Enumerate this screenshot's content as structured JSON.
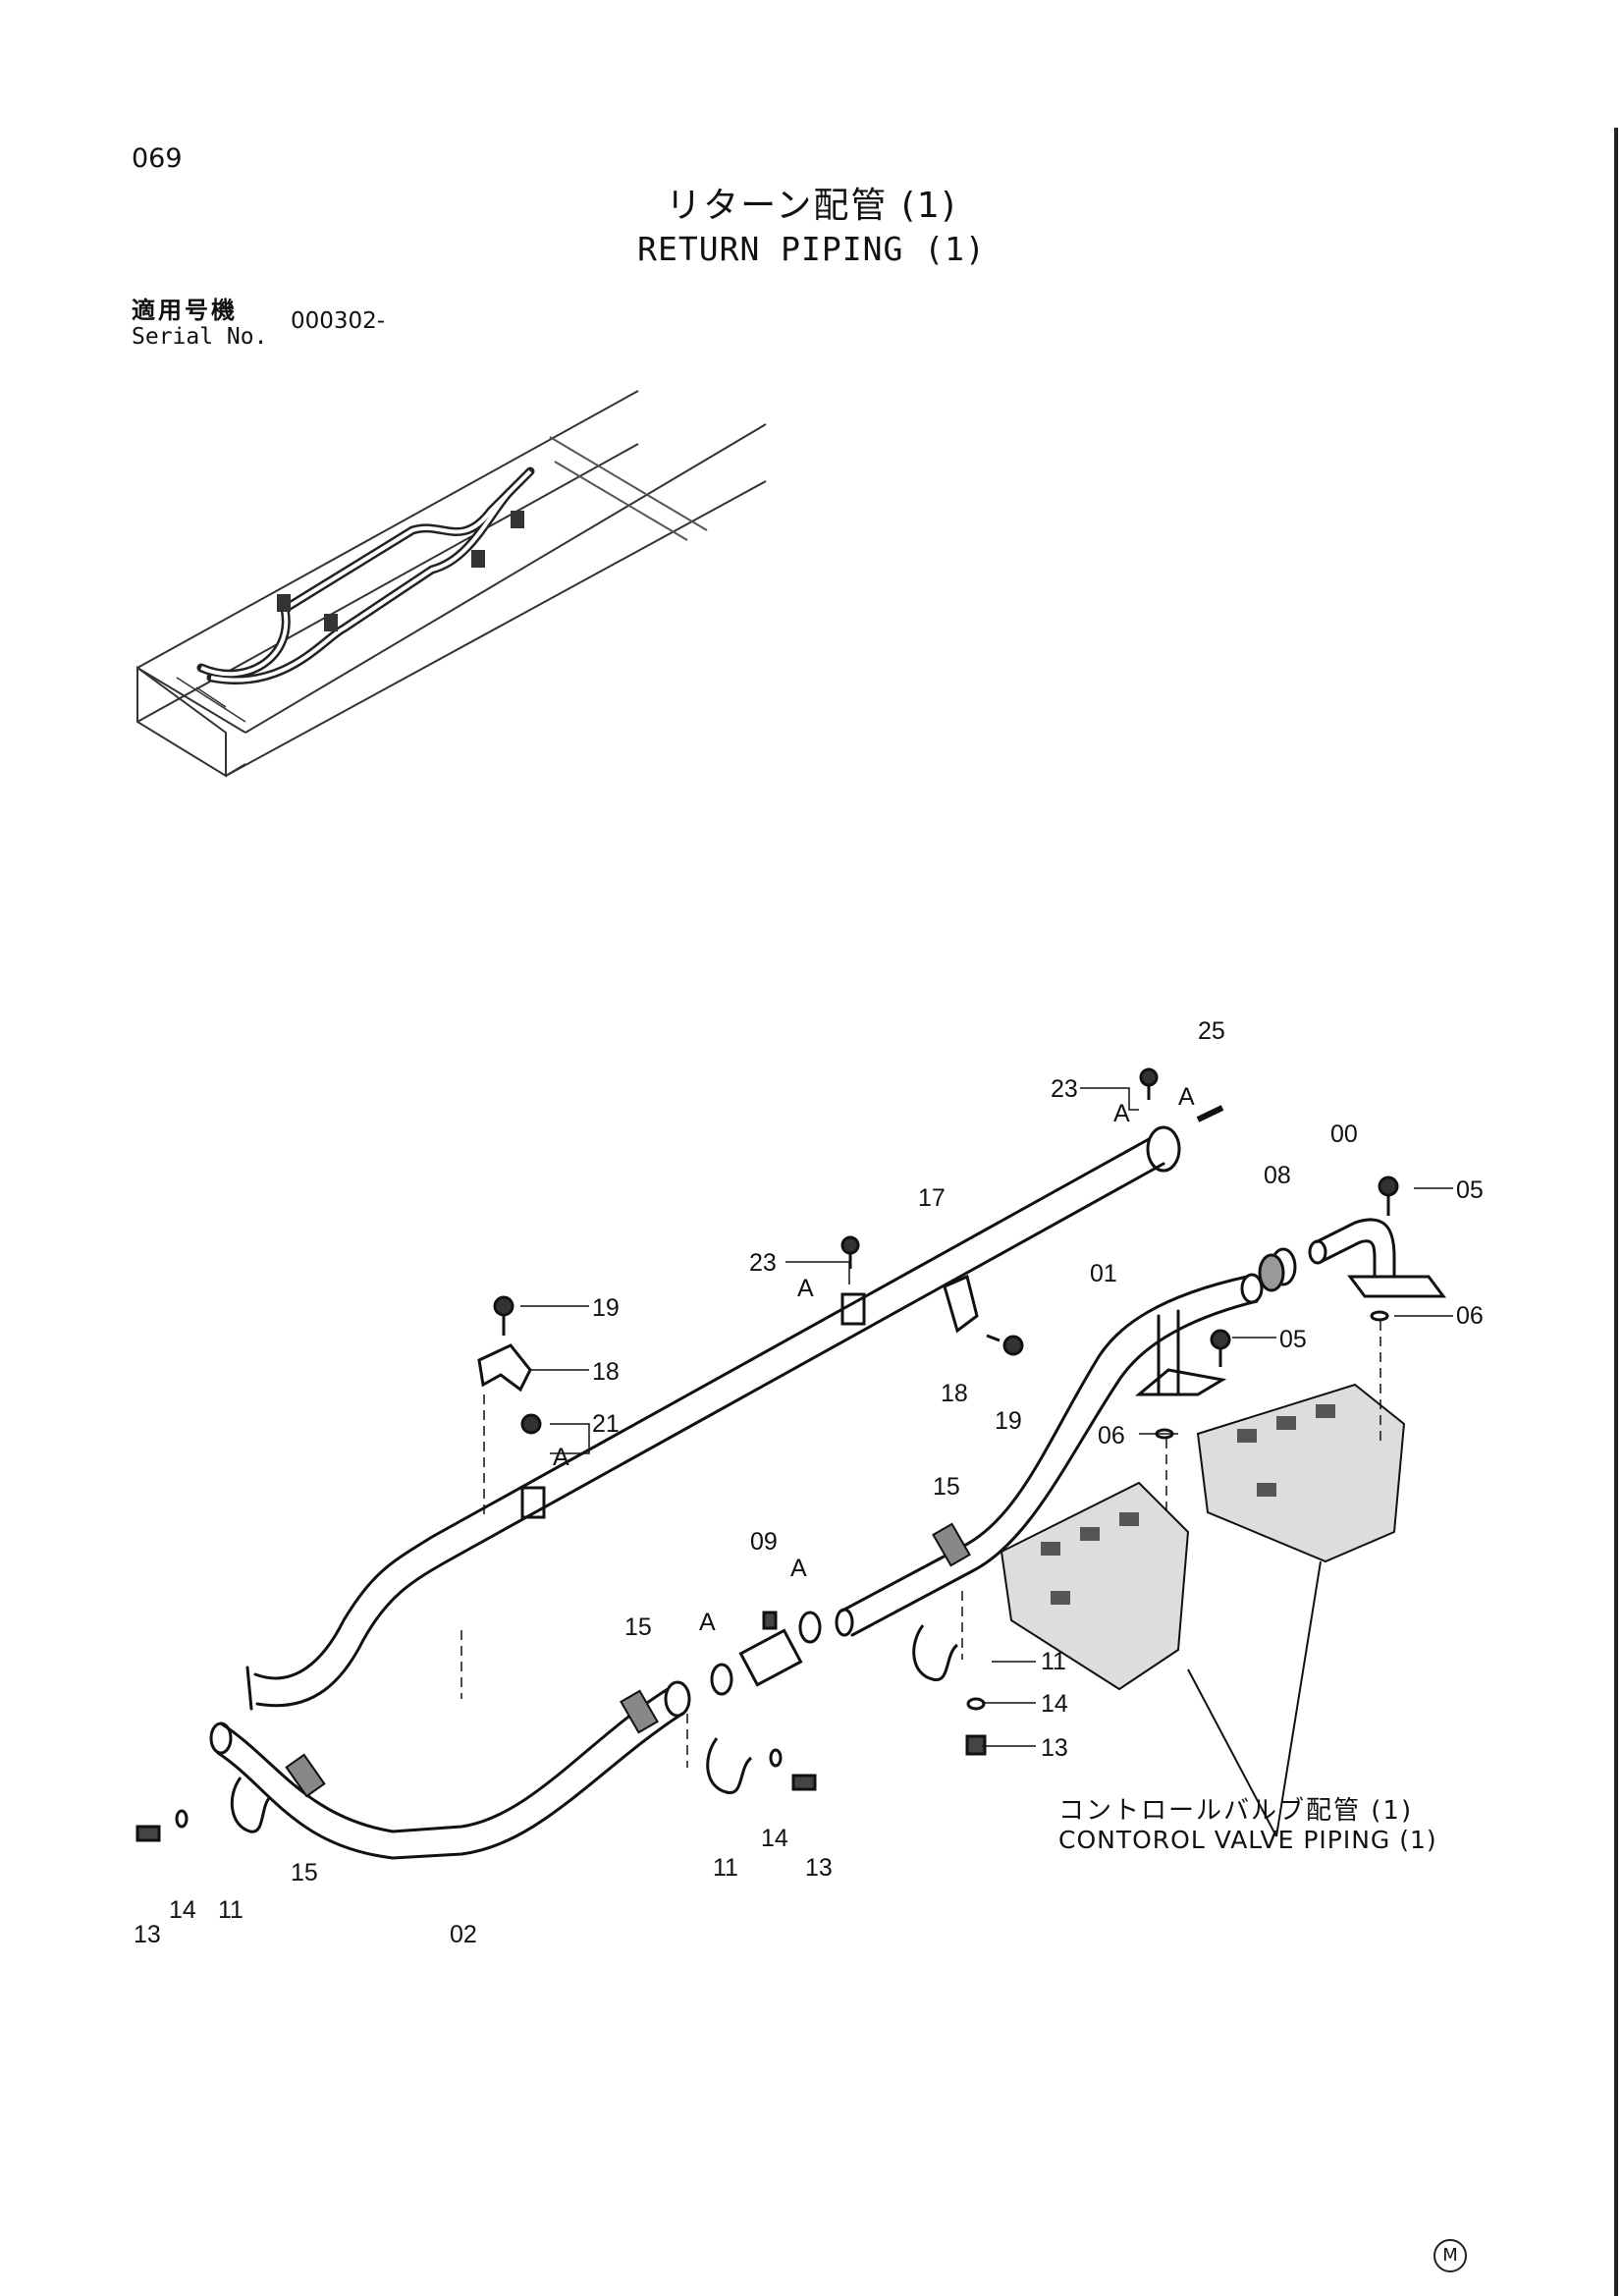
{
  "page_number": "069",
  "title": {
    "jp": "リターン配管 (1)",
    "en": "RETURN PIPING (1)"
  },
  "serial": {
    "label_jp": "適用号機",
    "label_en": "Serial No.",
    "value": "000302-"
  },
  "callout": {
    "jp": "コントロールバルブ配管 (1)",
    "en": "CONTOROL VALVE PIPING (1)"
  },
  "corner_mark": "M",
  "part_labels": {
    "p25": "25",
    "p23a": "23",
    "p23b": "23",
    "pA1": "A",
    "pA2": "A",
    "pA3": "A",
    "p00": "00",
    "p08": "08",
    "p05a": "05",
    "p05b": "05",
    "p06a": "06",
    "p06b": "06",
    "p17": "17",
    "p01": "01",
    "p19a": "19",
    "p19b": "19",
    "p18a": "18",
    "p18b": "18",
    "p21": "21",
    "pA4": "A",
    "p15a": "15",
    "p15b": "15",
    "p15c": "15",
    "p09": "09",
    "pA5": "A",
    "pA6": "A",
    "p11a": "11",
    "p11b": "11",
    "p11c": "11",
    "p14a": "14",
    "p14b": "14",
    "p14c": "14",
    "p13a": "13",
    "p13b": "13",
    "p13c": "13",
    "p02": "02"
  }
}
